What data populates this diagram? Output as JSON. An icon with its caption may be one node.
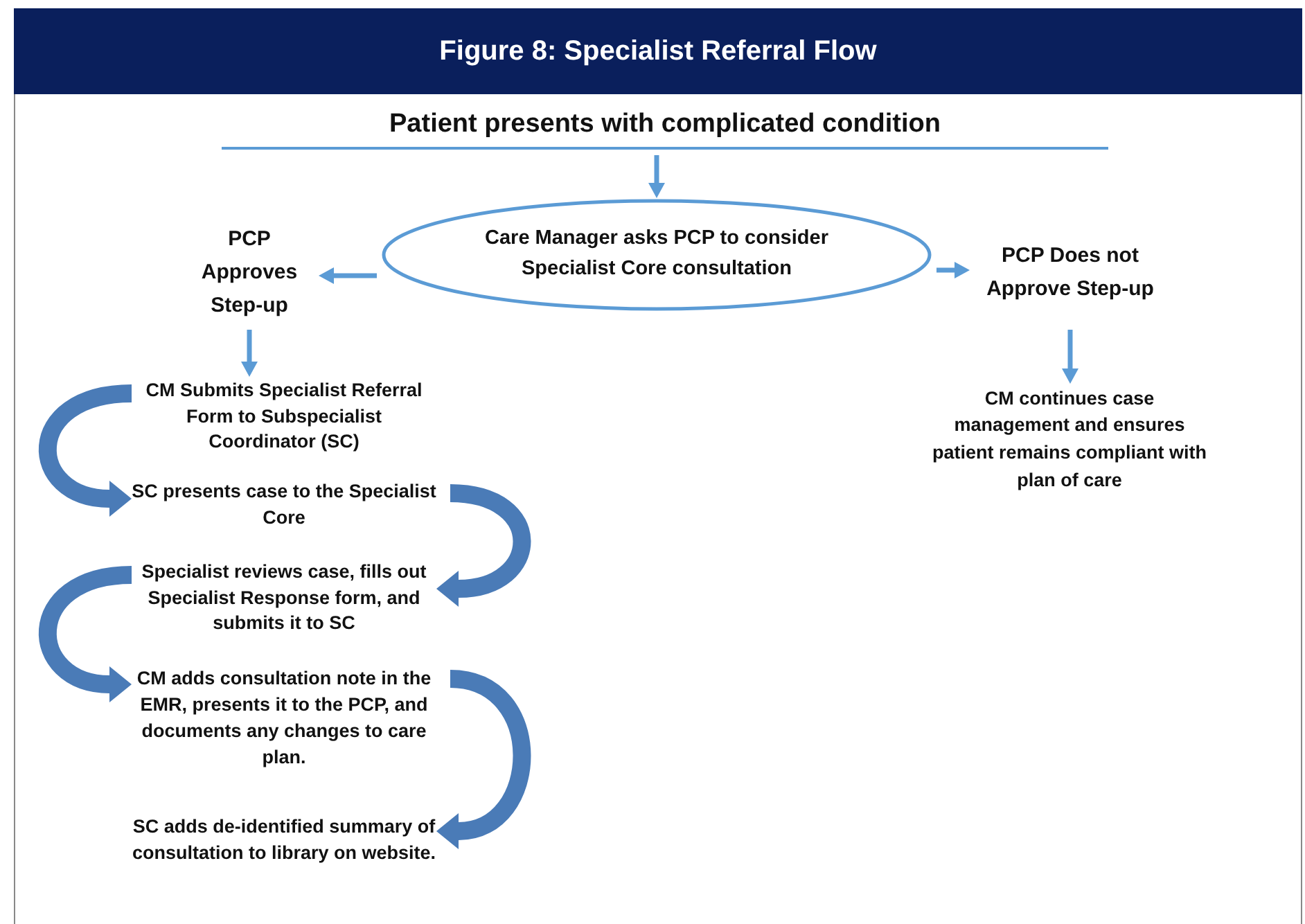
{
  "diagram": {
    "title": "Figure 8: Specialist Referral Flow",
    "nodes": [
      {
        "text": [
          "Patient presents with complicated condition"
        ]
      },
      {
        "text": [
          "Care Manager asks PCP to consider Specialist Core consultation"
        ]
      },
      {
        "text": [
          "PCP Approves Step-up"
        ]
      },
      {
        "text": [
          "PCP Does not Approve Step-up"
        ]
      },
      {
        "text": [
          "CM Submits Specialist Referral Form to Subspecialist Coordinator (SC)"
        ]
      },
      {
        "text": [
          "SC presents case to the Specialist Core"
        ]
      },
      {
        "text": [
          "Specialist reviews case, fills out Specialist Response form, and submits it to SC"
        ]
      },
      {
        "text": [
          "CM adds consultation note in the EMR, presents it to the PCP, and documents any changes to care plan."
        ]
      },
      {
        "text": [
          "SC adds de-identified summary of consultation to library on website."
        ]
      },
      {
        "text": [
          "CM continues case management and ensures patient remains compliant with plan of care"
        ]
      }
    ],
    "edges": [
      {
        "from": 0,
        "to": 1,
        "arrow": "to"
      },
      {
        "from": 1,
        "to": 2,
        "arrow": "to"
      },
      {
        "from": 1,
        "to": 3,
        "arrow": "to"
      },
      {
        "from": 2,
        "to": 4,
        "arrow": "to"
      },
      {
        "from": 3,
        "to": 9,
        "arrow": "to"
      },
      {
        "from": 4,
        "to": 5,
        "arrow": "to",
        "style": "thick"
      },
      {
        "from": 5,
        "to": 6,
        "arrow": "to",
        "style": "thick"
      },
      {
        "from": 6,
        "to": 7,
        "arrow": "to",
        "style": "thick"
      },
      {
        "from": 7,
        "to": 8,
        "arrow": "to",
        "style": "thick"
      }
    ]
  }
}
